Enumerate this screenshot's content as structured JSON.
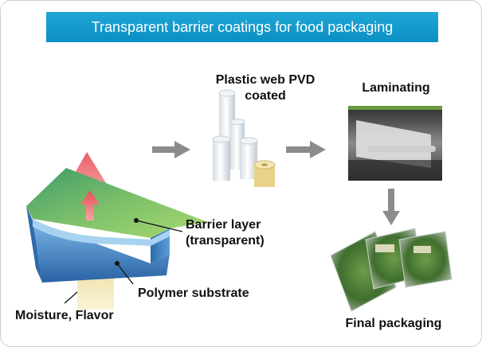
{
  "title": "Transparent barrier coatings for food packaging",
  "labels": {
    "pvd_line1": "Plastic web PVD",
    "pvd_line2": "coated",
    "laminating": "Laminating",
    "barrier_line1": "Barrier layer",
    "barrier_line2": "(transparent)",
    "polymer": "Polymer substrate",
    "moisture": "Moisture, Flavor",
    "final": "Final packaging"
  },
  "colors": {
    "banner": "#1fa7d6",
    "arrow_gray": "#8c8c8c",
    "barrier_green": "#6aa84f",
    "substrate_blue": "#3c7cc0",
    "big_arrow_red": "#e36a6a",
    "moisture_beige": "#f3e7b5"
  }
}
